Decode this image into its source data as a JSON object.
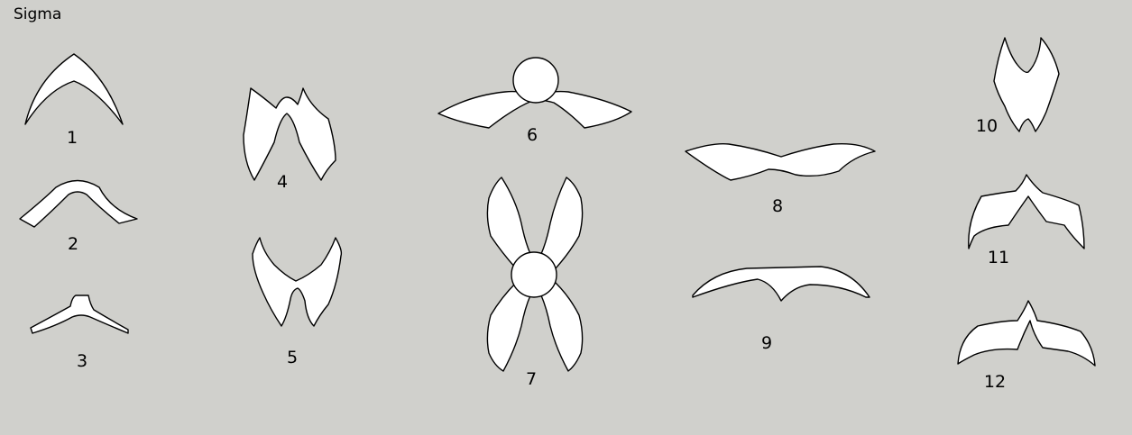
{
  "title": "Sigma",
  "colors": {
    "background": "#d0d0cc",
    "shape_fill": "#ffffff",
    "outline": "#000000"
  },
  "labels": [
    "1",
    "2",
    "3",
    "4",
    "5",
    "6",
    "7",
    "8",
    "9",
    "10",
    "11",
    "12"
  ]
}
